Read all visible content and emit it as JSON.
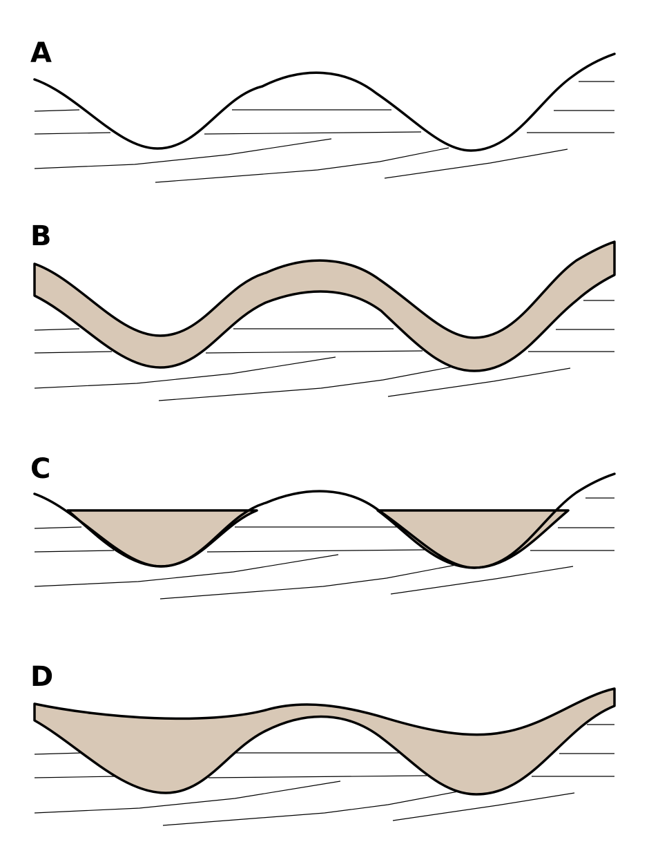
{
  "panels": [
    {
      "label": "A"
    },
    {
      "label": "B"
    },
    {
      "label": "C"
    },
    {
      "label": "D"
    }
  ],
  "colors": {
    "sediment_fill": "#d8c8b6",
    "line": "#000000",
    "background": "#ffffff"
  }
}
